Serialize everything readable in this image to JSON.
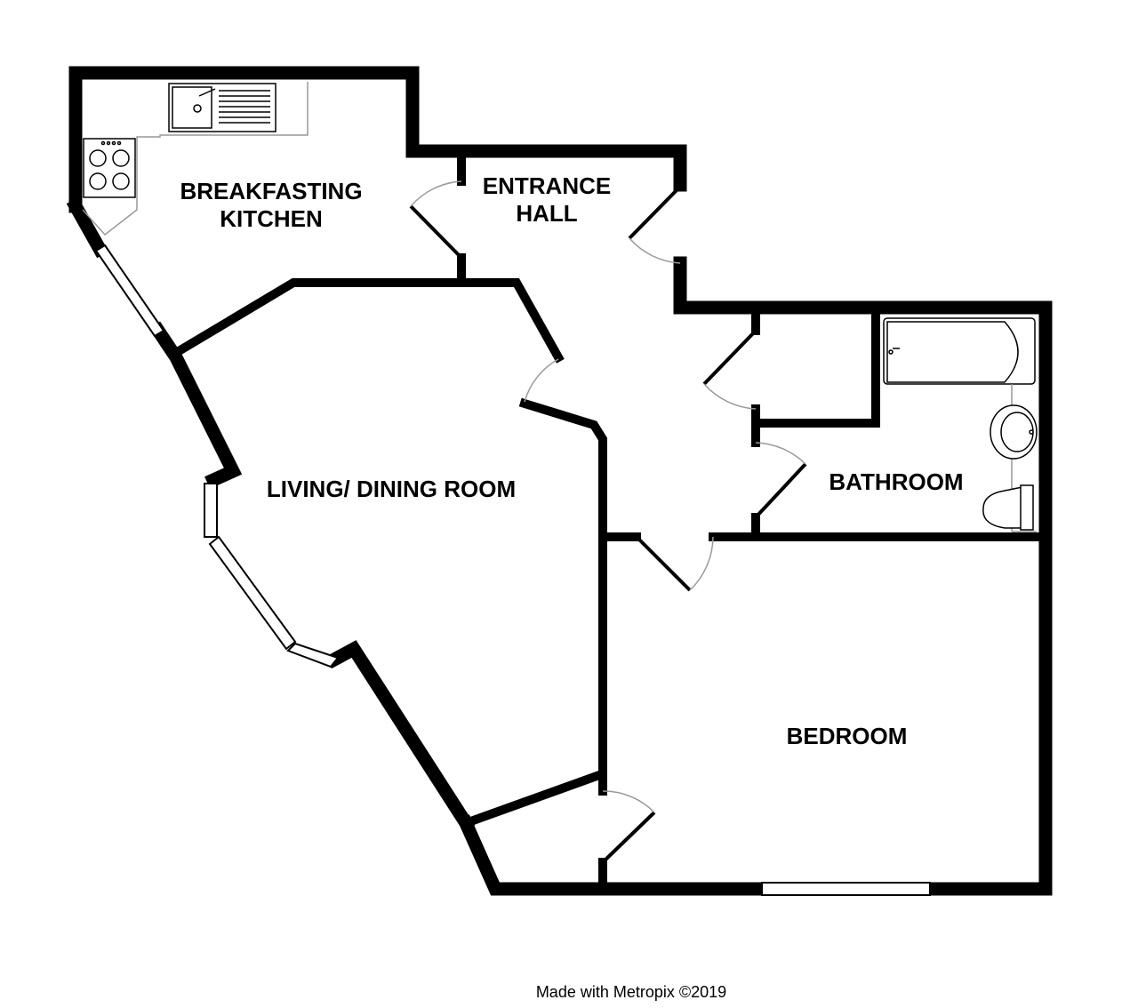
{
  "rooms": {
    "kitchen": {
      "line1": "BREAKFASTING",
      "line2": "KITCHEN"
    },
    "hall": {
      "line1": "ENTRANCE",
      "line2": "HALL"
    },
    "living": {
      "name": "LIVING/ DINING ROOM"
    },
    "bathroom": {
      "name": "BATHROOM"
    },
    "bedroom": {
      "name": "BEDROOM"
    }
  },
  "credit": "Made with Metropix ©2019",
  "colors": {
    "wall": "#000000",
    "fixture": "#888888",
    "background": "#ffffff"
  }
}
